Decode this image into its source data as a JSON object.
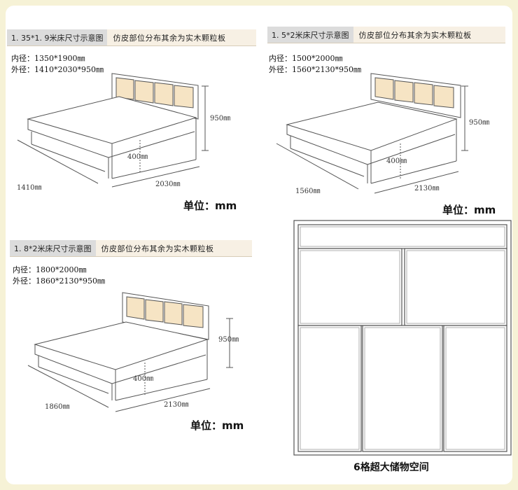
{
  "beds": [
    {
      "size_label": "1. 35*1. 9米床尺寸示意图",
      "note": "仿皮部位分布其余为实木颗粒板",
      "inner": "内径：1350*1900㎜",
      "outer": "外径：1410*2030*950㎜",
      "dim_height": "950㎜",
      "dim_storage": "400㎜",
      "dim_width": "1410㎜",
      "dim_length": "2030㎜",
      "unit": "单位：mm"
    },
    {
      "size_label": "1. 5*2米床尺寸示意图",
      "note": "仿皮部位分布其余为实木颗粒板",
      "inner": "内径：1500*2000㎜",
      "outer": "外径：1560*2130*950㎜",
      "dim_height": "950㎜",
      "dim_storage": "400㎜",
      "dim_width": "1560㎜",
      "dim_length": "2130㎜",
      "unit": "单位：mm"
    },
    {
      "size_label": "1. 8*2米床尺寸示意图",
      "note": "仿皮部位分布其余为实木颗粒板",
      "inner": "内径：1800*2000㎜",
      "outer": "外径：1860*2130*950㎜",
      "dim_height": "950㎜",
      "dim_storage": "400㎜",
      "dim_width": "1860㎜",
      "dim_length": "2130㎜",
      "unit": "单位：mm"
    }
  ],
  "storage": {
    "caption": "6格超大储物空间"
  },
  "colors": {
    "background": "#f6f2d6",
    "header_bg": "#f7f0e4",
    "header_label_bg": "#dcdcdc",
    "leather": "#f6e4c4",
    "line": "#555555"
  }
}
